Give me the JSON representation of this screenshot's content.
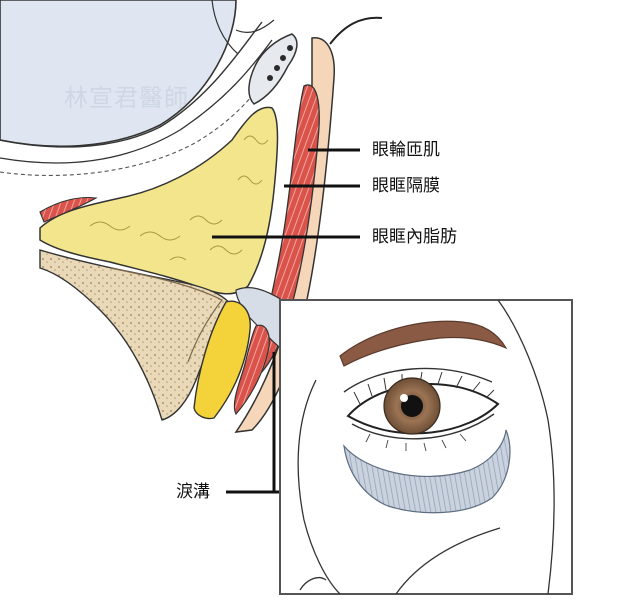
{
  "watermark": "林宣君醫師",
  "labels": {
    "orbicularis": "眼輪匝肌",
    "septum": "眼眶隔膜",
    "fat": "眼眶內脂肪",
    "tear_trough": "淚溝"
  },
  "colors": {
    "fat": "#f3e58c",
    "muscle": "#d9534a",
    "bone": "#e9d9b8",
    "skin": "#f6d6b8",
    "eyeball": "#dfe6f1",
    "iris": "#8a6446",
    "brow": "#8a5a44",
    "trough": "#b8c4d2"
  }
}
